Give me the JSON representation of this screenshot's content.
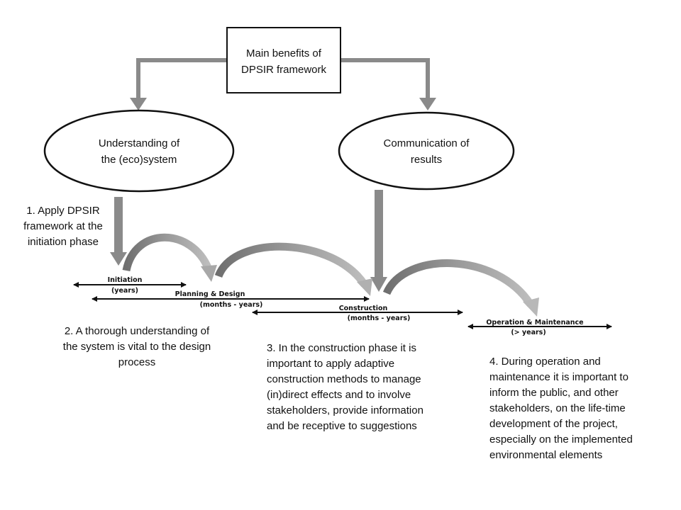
{
  "top_box": {
    "line1": "Main benefits of",
    "line2": "DPSIR framework"
  },
  "left_ellipse": {
    "line1": "Understanding of",
    "line2": "the (eco)system"
  },
  "right_ellipse": {
    "line1": "Communication of",
    "line2": "results"
  },
  "phases": [
    {
      "name": "Initiation",
      "duration": "(years)"
    },
    {
      "name": "Planning & Design",
      "duration": "(months - years)"
    },
    {
      "name": "Construction",
      "duration": "(months - years)"
    },
    {
      "name": "Operation & Maintenance",
      "duration": "(> years)"
    }
  ],
  "notes": {
    "note1": [
      "1. Apply DPSIR",
      "framework at the",
      "initiation phase"
    ],
    "note2": [
      "2. A thorough understanding of",
      "the system is vital to the design",
      "process"
    ],
    "note3": [
      "3. In the construction phase it is",
      "important to apply adaptive",
      "construction methods to manage",
      "(in)direct effects and to involve",
      "stakeholders, provide information",
      "and be receptive to suggestions"
    ],
    "note4": [
      "4. During operation and",
      "maintenance it is important to",
      "inform the public, and other",
      "stakeholders, on the life-time",
      "development of the project,",
      "especially on the implemented",
      "environmental elements"
    ]
  }
}
